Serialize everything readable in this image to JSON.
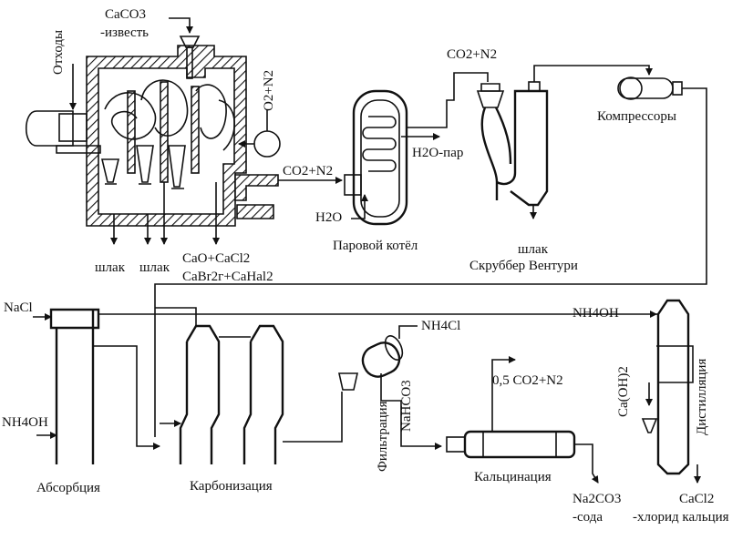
{
  "labels": {
    "caco3": "CaCO3",
    "lime": "-известь",
    "waste": "Отходы",
    "o2n2": "O2+N2",
    "co2n2_furnace": "CO2+N2",
    "h2o_in": "H2O",
    "steam": "H2O-пар",
    "boiler": "Паровой котёл",
    "co2n2_top": "CO2+N2",
    "slag_venturi": "шлак",
    "venturi": "Скруббер Вентури",
    "compressors": "Компрессоры",
    "slag1": "шлак",
    "slag2": "шлак",
    "salts1": "CaO+CaCl2",
    "salts2": "CaBr2г+CaHal2",
    "nacl": "NaCl",
    "nh4oh_left": "NH4OH",
    "absorption": "Абсорбция",
    "carbonization": "Карбонизация",
    "nh4oh_top": "NH4OH",
    "nh4cl": "NH4Cl",
    "filtration": "Фильтрация",
    "nahco3": "NaHCO3",
    "co2_half": "0,5 CO2+N2",
    "calcination": "Кальцинация",
    "na2co3": "Na2CO3",
    "soda": "-сода",
    "caoh2": "Ca(OH)2",
    "distillation": "Дистилляция",
    "cacl2": "CaCl2",
    "cacl2_name": "-хлорид кальция"
  }
}
